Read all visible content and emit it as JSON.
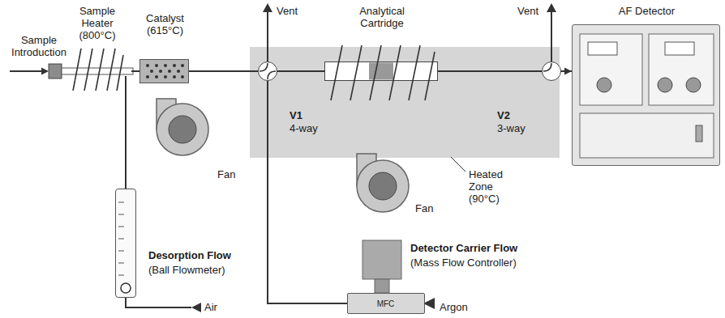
{
  "diagram": {
    "nodes": [
      {
        "text": [
          "Sample Heater (800°C)"
        ]
      },
      {
        "text": [
          "Catalyst (615°C)"
        ]
      },
      {
        "text": [
          "Heated Zone (90°C)"
        ]
      },
      {
        "text": [
          "V1",
          "4-way"
        ],
        "in": 2
      },
      {
        "text": [
          "Analytical Cartridge"
        ],
        "in": 2
      },
      {
        "text": [
          "V2",
          "3-way"
        ],
        "in": 2
      },
      {
        "text": [
          "AF Detector"
        ]
      },
      {
        "text": [
          "Desorption Flow",
          "(Ball Flowmeter)"
        ]
      },
      {
        "text": [
          "Detector Carrier Flow",
          "(Mass Flow Controller)",
          "MFC"
        ]
      }
    ],
    "edges": [
      {
        "from": 0,
        "to": 1,
        "arrow": "none"
      },
      {
        "from": 1,
        "to": 3,
        "arrow": "none"
      },
      {
        "from": 3,
        "to": 4,
        "arrow": "none"
      },
      {
        "from": 4,
        "to": 5,
        "arrow": "none"
      },
      {
        "from": 5,
        "to": 6,
        "arrow": "to"
      },
      {
        "from": 7,
        "to": 0,
        "arrow": "none"
      },
      {
        "from": 8,
        "to": 3,
        "arrow": "none"
      }
    ],
    "labels": [
      "Sample Introduction",
      "Vent",
      "Vent",
      "Fan",
      "Fan",
      "Air",
      "Argon"
    ]
  }
}
